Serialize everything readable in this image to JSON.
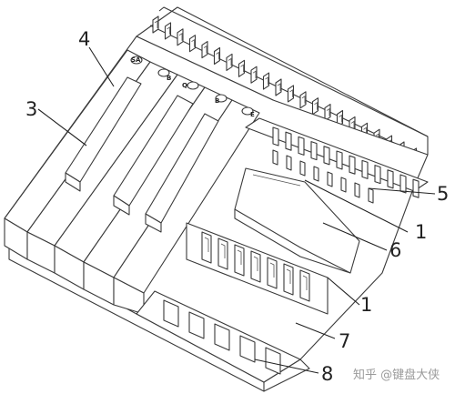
{
  "callouts": [
    "4",
    "3",
    "5",
    "1",
    "6",
    "1",
    "7",
    "8"
  ],
  "marks": [
    "SA",
    "B",
    "Q",
    "B",
    "E"
  ],
  "watermark": "知乎 @键盘大侠"
}
